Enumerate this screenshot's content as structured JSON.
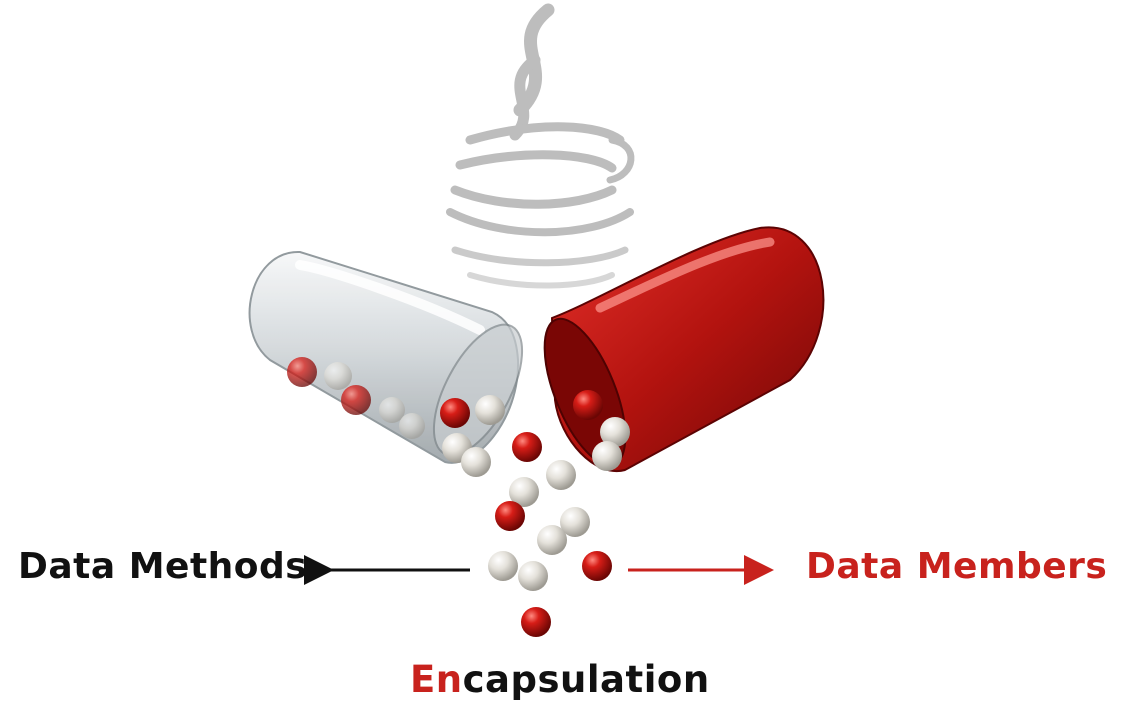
{
  "colors": {
    "accent_red": "#c8221d",
    "dark_text": "#111111",
    "java_logo_gray": "#b9b9b9",
    "white_pill": "#e6eaec"
  },
  "icons": {
    "logo": "java-coffee-cup-logo"
  },
  "labels": {
    "left": "Data Methods",
    "right": "Data Members",
    "bottom_prefix": "En",
    "bottom_rest": "capsulation"
  }
}
